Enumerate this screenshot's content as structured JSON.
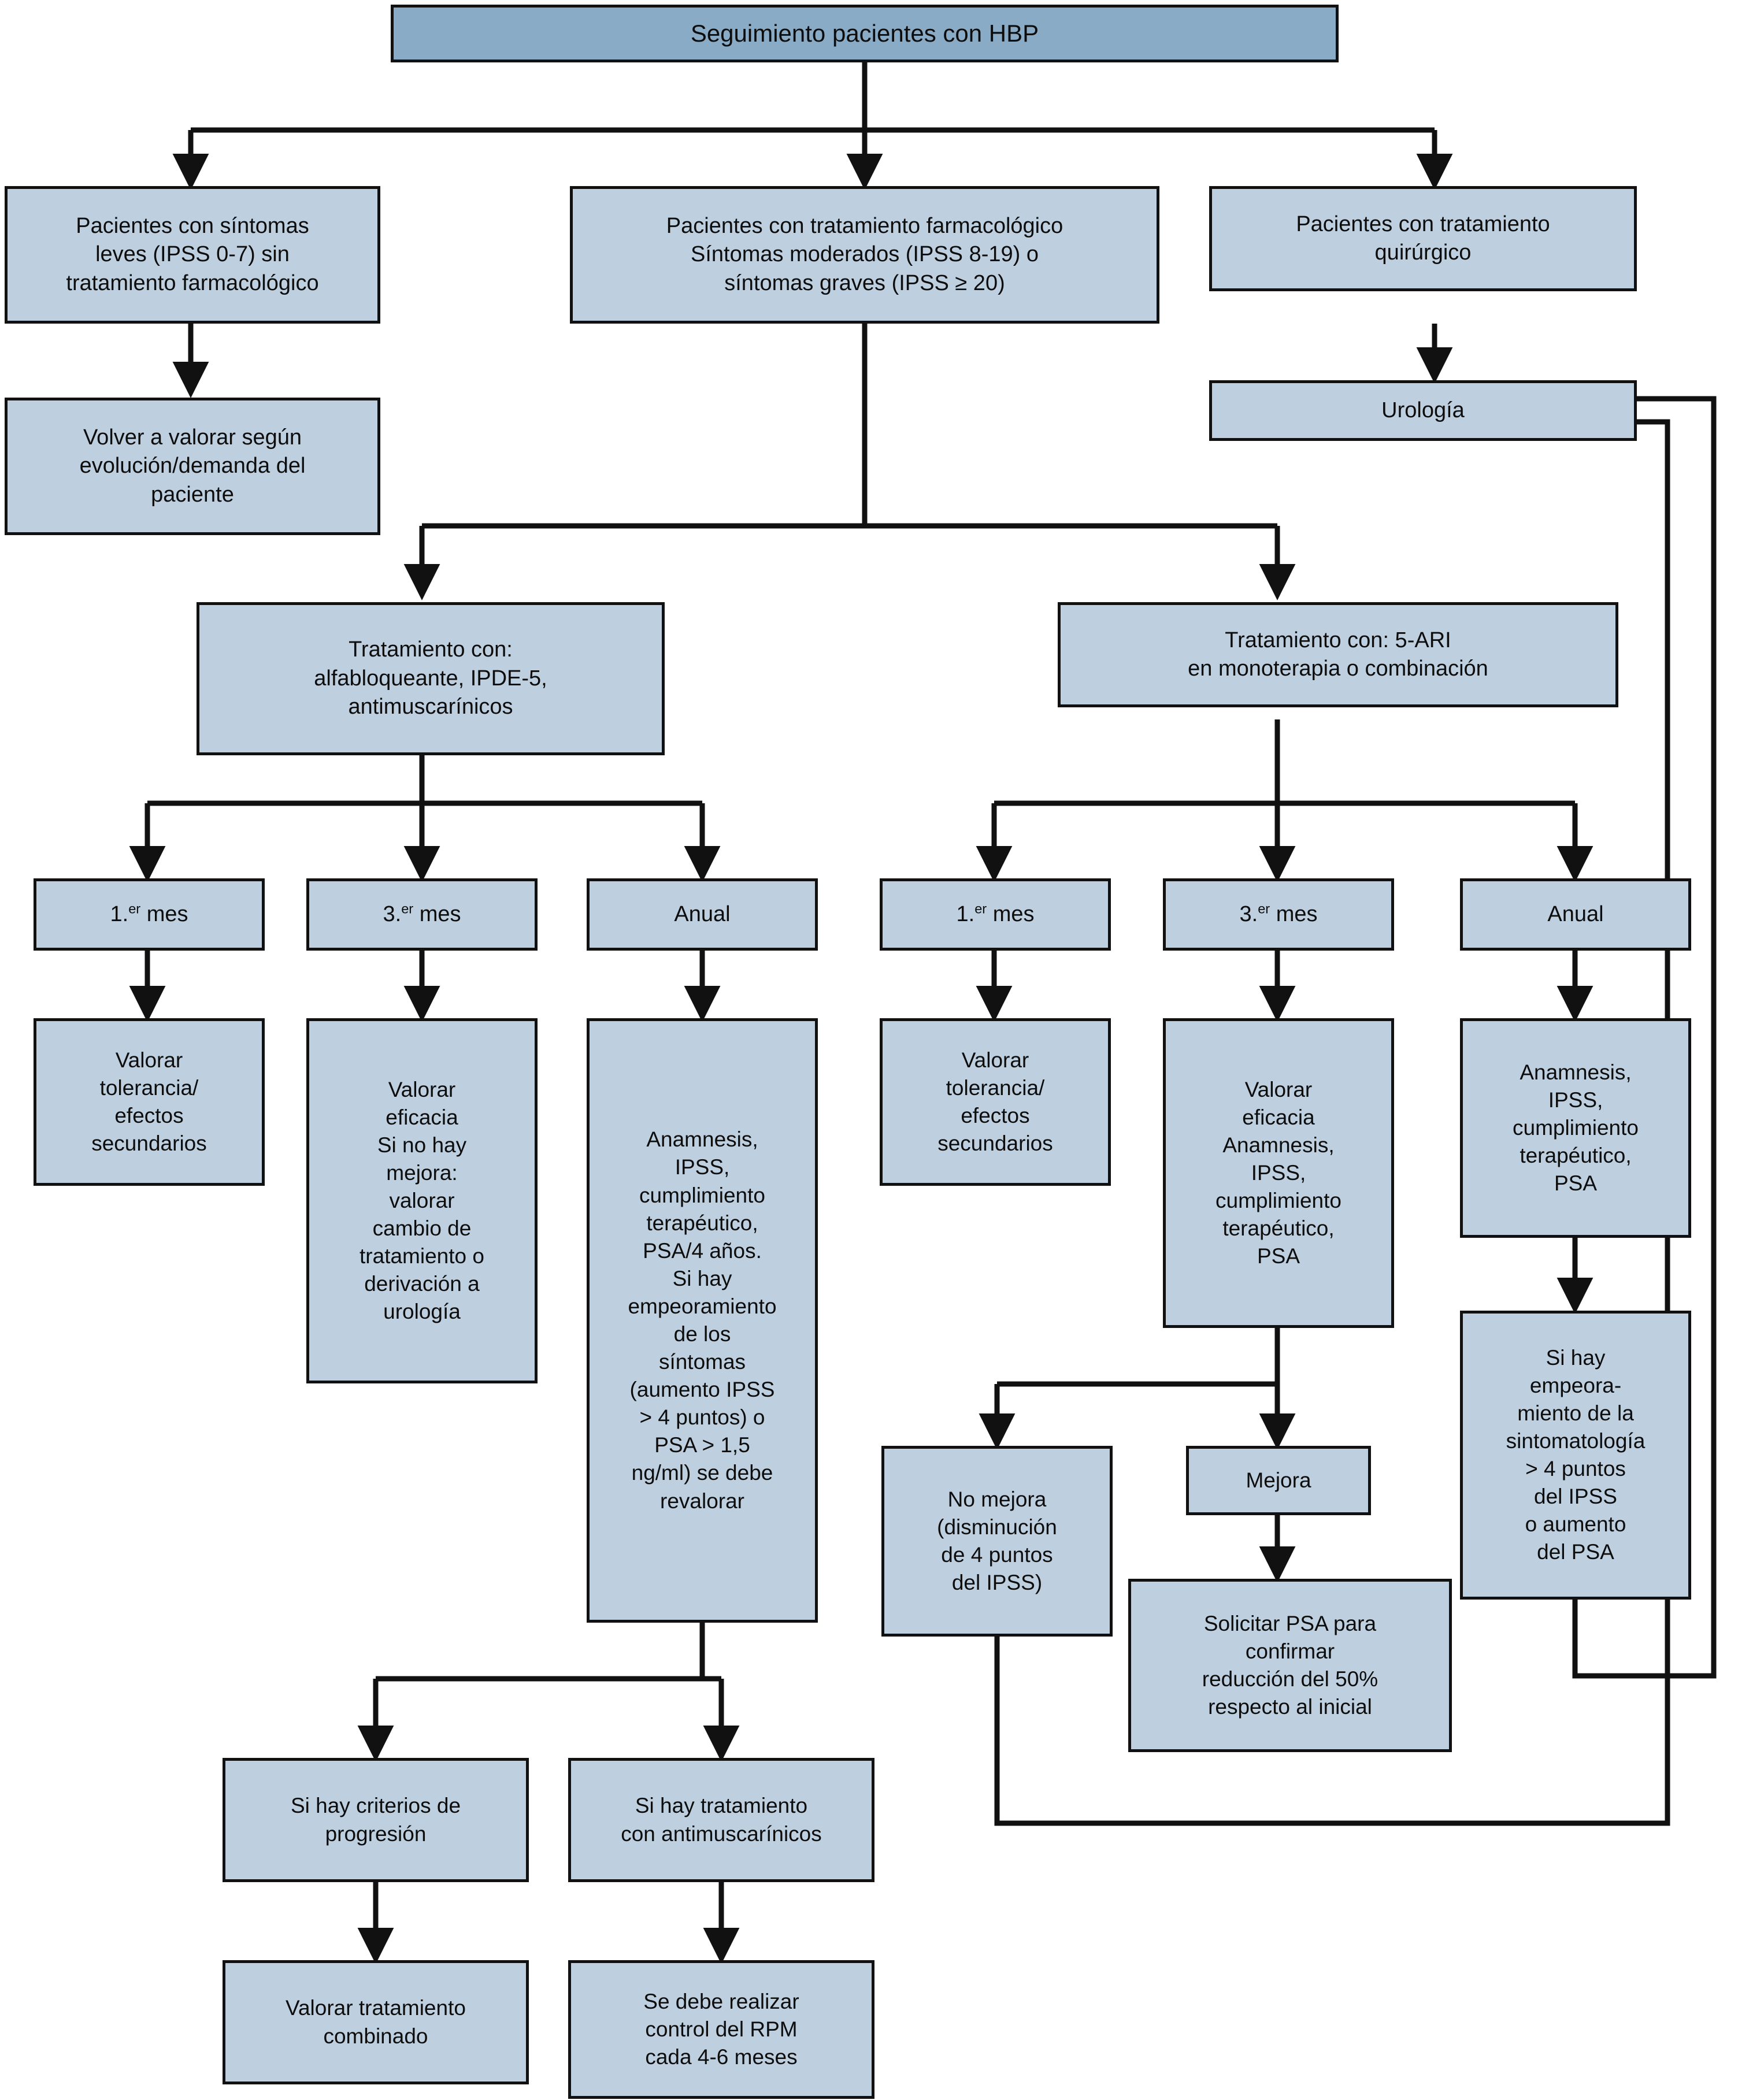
{
  "diagram": {
    "title": "Seguimiento pacientes con HBP",
    "type": "flowchart",
    "palette": {
      "node_fill": "#bed0e0",
      "root_fill": "#8aabc6",
      "stroke": "#111111",
      "text": "#0d0d0d",
      "background": "#ffffff"
    }
  },
  "nodes": {
    "root": "Seguimiento pacientes con HBP",
    "mild": "Pacientes con síntomas\nleves (IPSS 0-7) sin\ntratamiento farmacológico",
    "pharma": "Pacientes con tratamiento farmacológico\nSíntomas moderados (IPSS 8-19) o\nsíntomas graves (IPSS ≥ 20)",
    "surgical": "Pacientes con tratamiento\nquirúrgico",
    "urology": "Urología",
    "reassess": "Volver a valorar según\nevolución/demanda del\npaciente",
    "treat_left": "Tratamiento con:\nalfabloqueante, IPDE-5,\nantimuscarínicos",
    "treat_right": "Tratamiento con: 5-ARI\nen monoterapia o combinación",
    "l_m1_label": {
      "prefix": "1.",
      "sup": "er",
      "suffix": " mes"
    },
    "l_m3_label": {
      "prefix": "3.",
      "sup": "er",
      "suffix": " mes"
    },
    "l_annual_label": "Anual",
    "r_m1_label": {
      "prefix": "1.",
      "sup": "er",
      "suffix": " mes"
    },
    "r_m3_label": {
      "prefix": "3.",
      "sup": "er",
      "suffix": " mes"
    },
    "r_annual_label": "Anual",
    "l_m1_detail": "Valorar\ntolerancia/\nefectos\nsecundarios",
    "l_m3_detail": "Valorar\neficacia\nSi no hay\nmejora:\nvalorar\ncambio de\ntratamiento o\nderivación a\nurología",
    "l_annual_detail": "Anamnesis,\nIPSS,\ncumplimiento\nterapéutico,\nPSA/4 años.\nSi hay\nempeoramiento\nde los\nsíntomas\n(aumento IPSS\n> 4 puntos) o\nPSA > 1,5\nng/ml) se debe\nrevalorar",
    "r_m1_detail": "Valorar\ntolerancia/\nefectos\nsecundarios",
    "r_m3_detail": "Valorar\neficacia\nAnamnesis,\nIPSS,\ncumplimiento\nterapéutico,\nPSA",
    "r_annual_detail": "Anamnesis,\nIPSS,\ncumplimiento\nterapéutico,\nPSA",
    "r_annual_worse": "Si hay\nempeora-\nmiento de la\nsintomatología\n> 4 puntos\ndel IPSS\no aumento\ndel PSA",
    "no_improve": "No mejora\n(disminución\nde 4 puntos\ndel IPSS)",
    "improve": "Mejora",
    "request_psa": "Solicitar PSA para\nconfirmar\nreducción del 50%\nrespecto al inicial",
    "progression_criteria": "Si hay criterios de\nprogresión",
    "antimuscarinic_treatment": "Si hay tratamiento\ncon antimuscarínicos",
    "combined_treatment": "Valorar tratamiento\ncombinado",
    "rpm_control": "Se debe realizar\ncontrol del RPM\ncada 4-6 meses"
  }
}
